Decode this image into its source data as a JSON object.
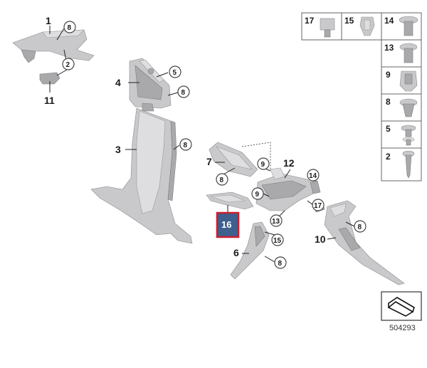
{
  "diagram": {
    "id_label": "504293",
    "highlight_color": "#cc1f2d",
    "highlight_fill": "#3f5f8f",
    "callouts": [
      {
        "key": "c1",
        "text": "1"
      },
      {
        "key": "c2",
        "text": "2"
      },
      {
        "key": "c3",
        "text": "3"
      },
      {
        "key": "c4",
        "text": "4"
      },
      {
        "key": "c5",
        "text": "5"
      },
      {
        "key": "c6",
        "text": "6"
      },
      {
        "key": "c7",
        "text": "7"
      },
      {
        "key": "c8a",
        "text": "8"
      },
      {
        "key": "c8b",
        "text": "8"
      },
      {
        "key": "c8c",
        "text": "8"
      },
      {
        "key": "c8d",
        "text": "8"
      },
      {
        "key": "c8e",
        "text": "8"
      },
      {
        "key": "c8f",
        "text": "8"
      },
      {
        "key": "c8g",
        "text": "8"
      },
      {
        "key": "c9a",
        "text": "9"
      },
      {
        "key": "c9b",
        "text": "9"
      },
      {
        "key": "c10",
        "text": "10"
      },
      {
        "key": "c11",
        "text": "11"
      },
      {
        "key": "c12",
        "text": "12"
      },
      {
        "key": "c13",
        "text": "13"
      },
      {
        "key": "c14",
        "text": "14"
      },
      {
        "key": "c15",
        "text": "15"
      },
      {
        "key": "c16",
        "text": "16"
      },
      {
        "key": "c17",
        "text": "17"
      }
    ],
    "fastener_grid": [
      {
        "key": "g17",
        "text": "17"
      },
      {
        "key": "g15",
        "text": "15"
      },
      {
        "key": "g14",
        "text": "14"
      },
      {
        "key": "g13",
        "text": "13"
      },
      {
        "key": "g9",
        "text": "9"
      },
      {
        "key": "g8",
        "text": "8"
      },
      {
        "key": "g5",
        "text": "5"
      },
      {
        "key": "g2",
        "text": "2"
      }
    ]
  }
}
